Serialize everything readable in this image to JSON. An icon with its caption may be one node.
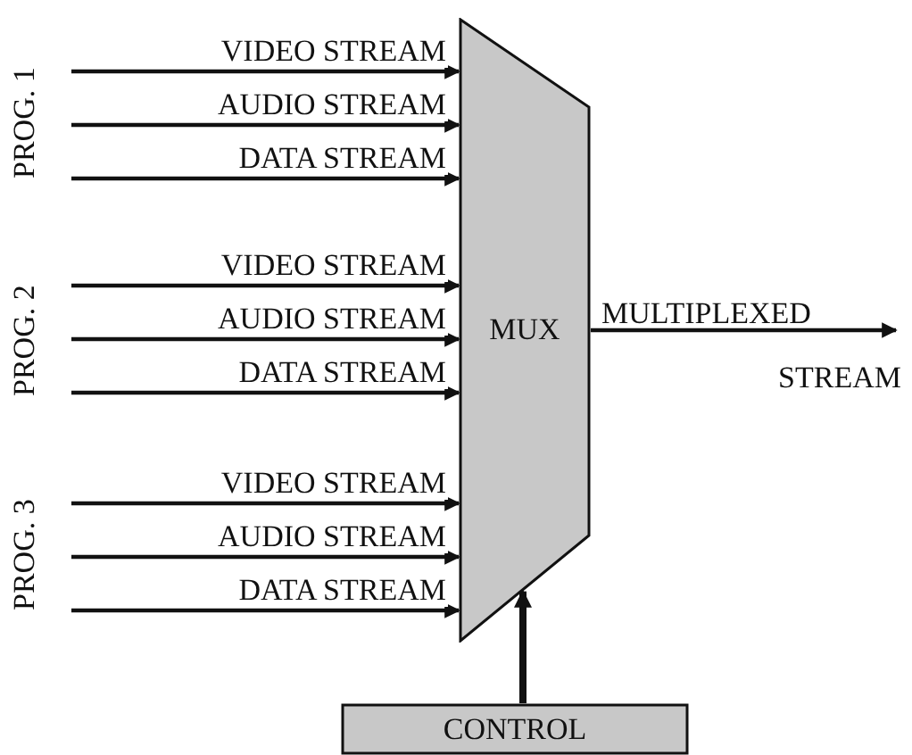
{
  "diagram": {
    "nodes": [
      {
        "text": [
          "MUX"
        ]
      },
      {
        "text": [
          "CONTROL"
        ]
      }
    ],
    "edges": [
      {
        "from": null,
        "to": 0,
        "arrow": "to",
        "label": "VIDEO STREAM"
      },
      {
        "from": null,
        "to": 0,
        "arrow": "to",
        "label": "AUDIO STREAM"
      },
      {
        "from": null,
        "to": 0,
        "arrow": "to",
        "label": "DATA STREAM"
      },
      {
        "from": null,
        "to": 0,
        "arrow": "to",
        "label": "VIDEO STREAM"
      },
      {
        "from": null,
        "to": 0,
        "arrow": "to",
        "label": "AUDIO STREAM"
      },
      {
        "from": null,
        "to": 0,
        "arrow": "to",
        "label": "DATA STREAM"
      },
      {
        "from": null,
        "to": 0,
        "arrow": "to",
        "label": "VIDEO STREAM"
      },
      {
        "from": null,
        "to": 0,
        "arrow": "to",
        "label": "AUDIO STREAM"
      },
      {
        "from": null,
        "to": 0,
        "arrow": "to",
        "label": "DATA STREAM"
      },
      {
        "from": 0,
        "to": null,
        "arrow": "to",
        "label": "MULTIPLEXED STREAM"
      },
      {
        "from": 1,
        "to": 0,
        "arrow": "to",
        "style": "thick"
      }
    ],
    "labels": [
      "PROG. 1",
      "PROG. 2",
      "PROG. 3"
    ]
  }
}
